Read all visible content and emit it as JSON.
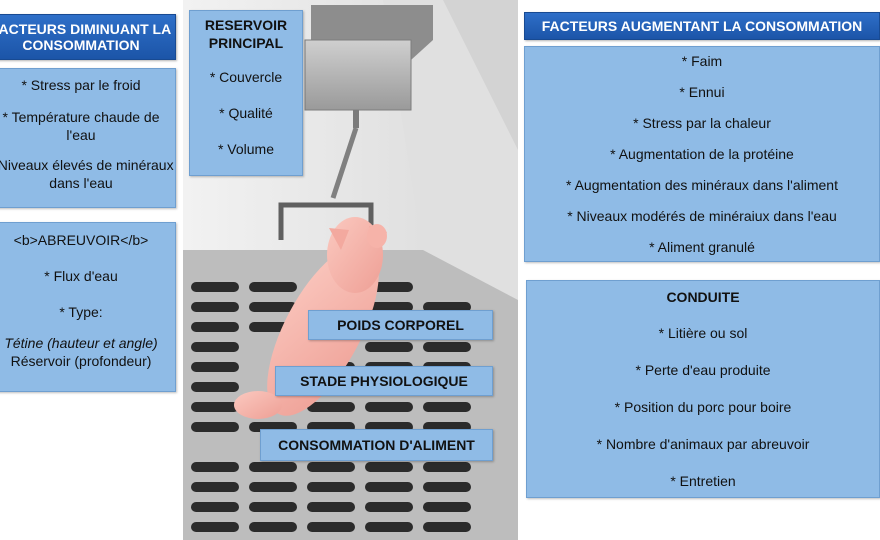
{
  "left_top": {
    "title": "FACTEURS DIMINUANT LA CONSOMMATION",
    "items": [
      "* Stress par le froid",
      "* Température chaude de l'eau",
      "* Niveaux élevés de minéraux dans l'eau"
    ]
  },
  "left_bottom": {
    "title": "<b>ABREUVOIR</b>",
    "items": [
      "* Flux d'eau",
      "* Type:",
      "Tétine (hauteur et angle)",
      "Réservoir (profondeur)"
    ]
  },
  "reservoir": {
    "title": "RESERVOIR PRINCIPAL",
    "items": [
      "* Couvercle",
      "* Qualité",
      "* Volume"
    ]
  },
  "center_labels": {
    "weight": "POIDS CORPOREL",
    "stage": "STADE PHYSIOLOGIQUE",
    "feed": "CONSOMMATION D'ALIMENT"
  },
  "right_top": {
    "title": "FACTEURS AUGMENTANT LA CONSOMMATION",
    "items": [
      "* Faim",
      "* Ennui",
      "* Stress par la chaleur",
      "* Augmentation de la protéine",
      "* Augmentation des minéraux dans l'aliment",
      "* Niveaux modérés de minéraiux dans l'eau",
      "* Aliment granulé"
    ]
  },
  "right_bottom": {
    "title": "CONDUITE",
    "items": [
      "* Litière ou sol",
      "* Perte d'eau produite",
      "* Position du porc pour boire",
      "* Nombre d'animaux par abreuvoir",
      "* Entretien"
    ]
  },
  "colors": {
    "panel": "#8fbbe6",
    "header": "#1c55a8",
    "pig": "#f7b7ae",
    "floor": "#2b2b2b"
  }
}
